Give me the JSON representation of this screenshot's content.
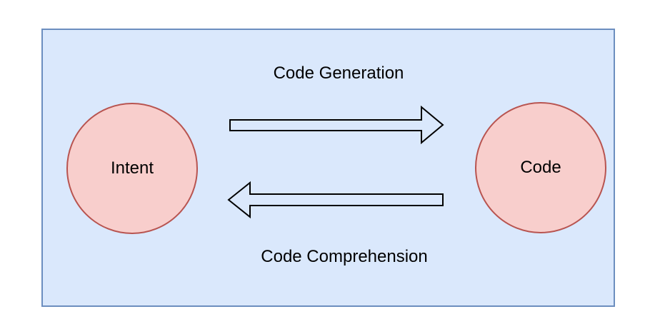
{
  "diagram": {
    "colors": {
      "boundary_fill": "#dae8fc",
      "boundary_stroke": "#6c8ebf",
      "node_fill": "#f8cecc",
      "node_stroke": "#b85450",
      "arrow_stroke": "#000000",
      "text_color": "#000000",
      "page_background": "#ffffff"
    },
    "nodes": [
      {
        "id": "intent",
        "label": "Intent",
        "shape": "circle"
      },
      {
        "id": "code",
        "label": "Code",
        "shape": "circle"
      }
    ],
    "edges": [
      {
        "id": "code-generation",
        "label": "Code Generation",
        "from": "Intent",
        "to": "Code",
        "direction": "left-to-right"
      },
      {
        "id": "code-comprehension",
        "label": "Code Comprehension",
        "from": "Code",
        "to": "Intent",
        "direction": "right-to-left"
      }
    ]
  }
}
